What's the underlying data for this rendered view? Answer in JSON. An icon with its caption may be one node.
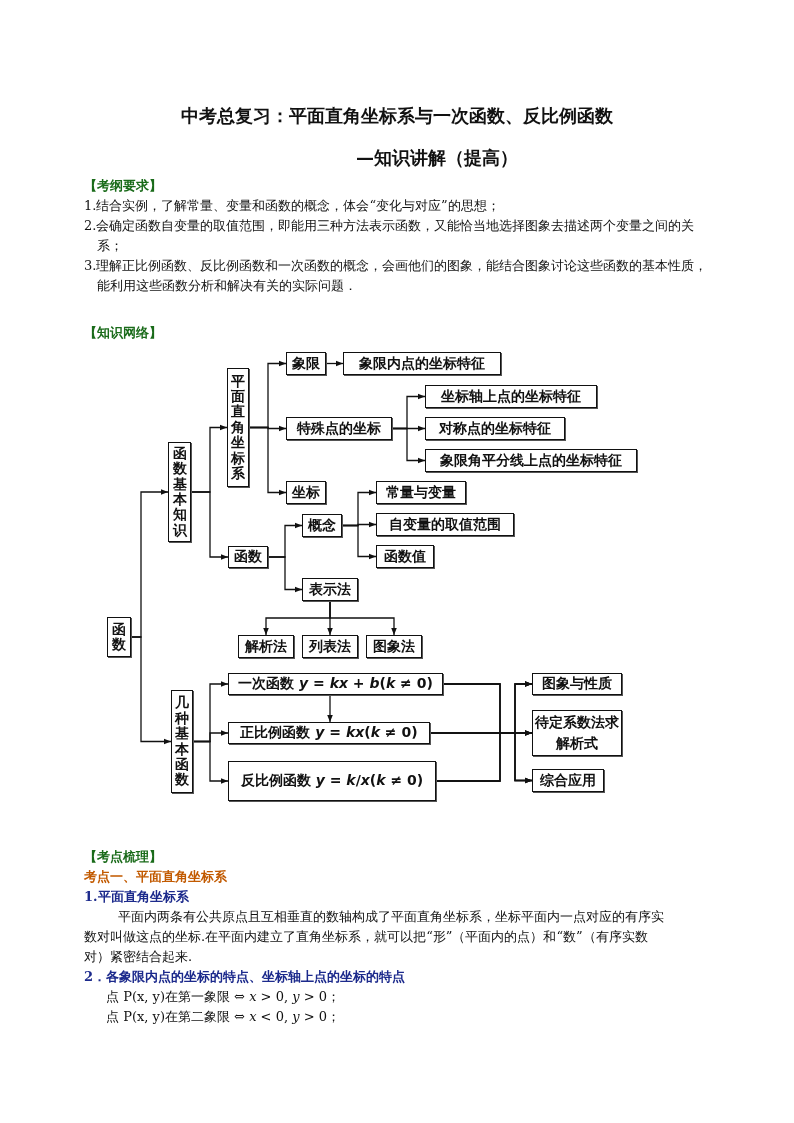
{
  "diagram": {
    "title": "中考总复习：平面直角坐标系与一次函数、反比例函数",
    "nodes": [
      {
        "text": [
          "函数"
        ]
      },
      {
        "text": [
          "函数基本知识"
        ]
      },
      {
        "text": [
          "平面直角坐标系"
        ]
      },
      {
        "text": [
          "象限"
        ]
      },
      {
        "text": [
          "象限内点的坐标特征"
        ]
      },
      {
        "text": [
          "特殊点的坐标"
        ]
      },
      {
        "text": [
          "坐标轴上点的坐标特征"
        ]
      },
      {
        "text": [
          "对称点的坐标特征"
        ]
      },
      {
        "text": [
          "象限角平分线上点的坐标特征"
        ]
      },
      {
        "text": [
          "坐标"
        ]
      },
      {
        "text": [
          "函数"
        ]
      },
      {
        "text": [
          "概念"
        ]
      },
      {
        "text": [
          "常量与变量"
        ]
      },
      {
        "text": [
          "自变量的取值范围"
        ]
      },
      {
        "text": [
          "函数值"
        ]
      },
      {
        "text": [
          "表示法"
        ]
      },
      {
        "text": [
          "解析法"
        ]
      },
      {
        "text": [
          "列表法"
        ]
      },
      {
        "text": [
          "图象法"
        ]
      },
      {
        "text": [
          "几种基本函数"
        ]
      },
      {
        "text": [
          "一次函数 *y* = *kx* + *b*(*k* ≠ 0)"
        ]
      },
      {
        "text": [
          "正比例函数 *y* = *kx*(*k* ≠ 0)"
        ]
      },
      {
        "text": [
          "反比例函数 *y* = *k*/*x*(*k* ≠ 0)"
        ]
      },
      {
        "text": [
          "图象与性质"
        ]
      },
      {
        "text": [
          "待定系数法求解析式"
        ]
      },
      {
        "text": [
          "综合应用"
        ]
      }
    ],
    "edges": [
      {
        "from": 0,
        "to": 1,
        "arrow": "to"
      },
      {
        "from": 0,
        "to": 19,
        "arrow": "to"
      },
      {
        "from": 1,
        "to": 2,
        "arrow": "to"
      },
      {
        "from": 1,
        "to": 10,
        "arrow": "to"
      },
      {
        "from": 2,
        "to": 3,
        "arrow": "to"
      },
      {
        "from": 2,
        "to": 5,
        "arrow": "to"
      },
      {
        "from": 2,
        "to": 9,
        "arrow": "to"
      },
      {
        "from": 3,
        "to": 4,
        "arrow": "to"
      },
      {
        "from": 5,
        "to": 6,
        "arrow": "to"
      },
      {
        "from": 5,
        "to": 7,
        "arrow": "to"
      },
      {
        "from": 5,
        "to": 8,
        "arrow": "to"
      },
      {
        "from": 10,
        "to": 11,
        "arrow": "to"
      },
      {
        "from": 10,
        "to": 15,
        "arrow": "to"
      },
      {
        "from": 11,
        "to": 12,
        "arrow": "to"
      },
      {
        "from": 11,
        "to": 13,
        "arrow": "to"
      },
      {
        "from": 11,
        "to": 14,
        "arrow": "to"
      },
      {
        "from": 15,
        "to": 16,
        "arrow": "to"
      },
      {
        "from": 15,
        "to": 17,
        "arrow": "to"
      },
      {
        "from": 15,
        "to": 18,
        "arrow": "to"
      },
      {
        "from": 19,
        "to": 20,
        "arrow": "to"
      },
      {
        "from": 19,
        "to": 21,
        "arrow": "to"
      },
      {
        "from": 19,
        "to": 22,
        "arrow": "to"
      },
      {
        "from": 20,
        "to": 21,
        "arrow": "to"
      },
      {
        "from": 20,
        "to": 23,
        "arrow": "to"
      },
      {
        "from": 20,
        "to": 24,
        "arrow": "to"
      },
      {
        "from": 20,
        "to": 25,
        "arrow": "to"
      },
      {
        "from": 21,
        "to": 23,
        "arrow": "to"
      },
      {
        "from": 21,
        "to": 24,
        "arrow": "to"
      },
      {
        "from": 21,
        "to": 25,
        "arrow": "to"
      },
      {
        "from": 22,
        "to": 23,
        "arrow": "to"
      },
      {
        "from": 22,
        "to": 24,
        "arrow": "to"
      },
      {
        "from": 22,
        "to": 25,
        "arrow": "to"
      }
    ],
    "labels": [
      "—知识讲解（提高）",
      "【考纲要求】",
      "1.结合实例，了解常量、变量和函数的概念，体会“变化与对应”的思想；",
      "2.会确定函数自变量的取值范围，即能用三种方法表示函数，又能恰当地选择图象去描述两个变量之间的关系；",
      "3.理解正比例函数、反比例函数和一次函数的概念，会画他们的图象，能结合图象讨论这些函数的基本性质，能利用这些函数分析和解决有关的实际问题．",
      "【知识网络】",
      "【考点梳理】",
      "考点一、平面直角坐标系",
      "1.平面直角坐标系",
      "平面内两条有公共原点且互相垂直的数轴构成了平面直角坐标系，坐标平面内一点对应的有序实数对叫做这点的坐标.在平面内建立了直角坐标系，就可以把“形”（平面内的点）和“数”（有序实数对）紧密结合起来.",
      "2．各象限内点的坐标的特点、坐标轴上点的坐标的特点",
      "点 P(x, y)在第一象限 ⇔ *x* > 0, *y* > 0；",
      "点 P(x, y)在第二象限 ⇔ *x* < 0, *y* > 0；"
    ]
  }
}
